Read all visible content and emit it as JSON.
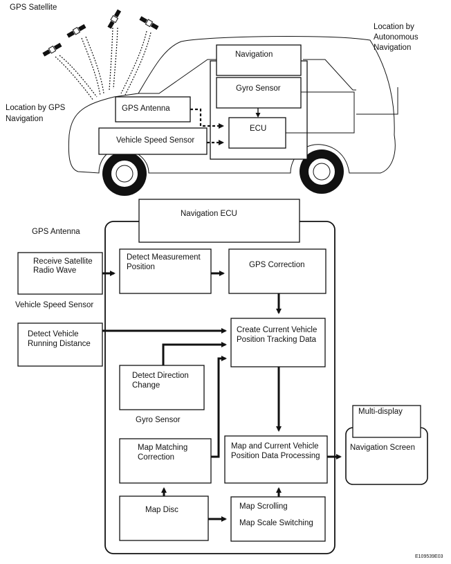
{
  "top": {
    "gps_satellite": "GPS Satellite",
    "location_gps": [
      "Location by GPS",
      "Navigation"
    ],
    "location_autonomous": [
      "Location by",
      "Autonomous",
      "Navigation"
    ],
    "navigation": "Navigation",
    "gyro_sensor": "Gyro Sensor",
    "gps_antenna": "GPS Antenna",
    "vehicle_speed_sensor": "Vehicle Speed Sensor",
    "ecu": "ECU"
  },
  "bottom": {
    "navigation_ecu": "Navigation ECU",
    "gps_antenna": "GPS Antenna",
    "receive_satellite": [
      "Receive Satellite",
      "Radio Wave"
    ],
    "detect_measurement": [
      "Detect Measurement",
      "Position"
    ],
    "gps_correction": "GPS Correction",
    "vehicle_speed_sensor": "Vehicle Speed Sensor",
    "detect_vehicle_running": [
      "Detect Vehicle",
      "Running Distance"
    ],
    "create_tracking": [
      "Create Current Vehicle",
      "Position Tracking Data"
    ],
    "detect_direction": [
      "Detect Direction",
      "Change"
    ],
    "gyro_sensor": "Gyro Sensor",
    "map_matching": [
      "Map Matching",
      "Correction"
    ],
    "map_processing": [
      "Map and Current Vehicle",
      "Position Data Processing"
    ],
    "multi_display": "Multi-display",
    "navigation_screen": "Navigation Screen",
    "map_disc": "Map Disc",
    "map_scrolling": "Map Scrolling",
    "map_scale": "Map Scale Switching"
  },
  "figure_code": "E109539E03"
}
